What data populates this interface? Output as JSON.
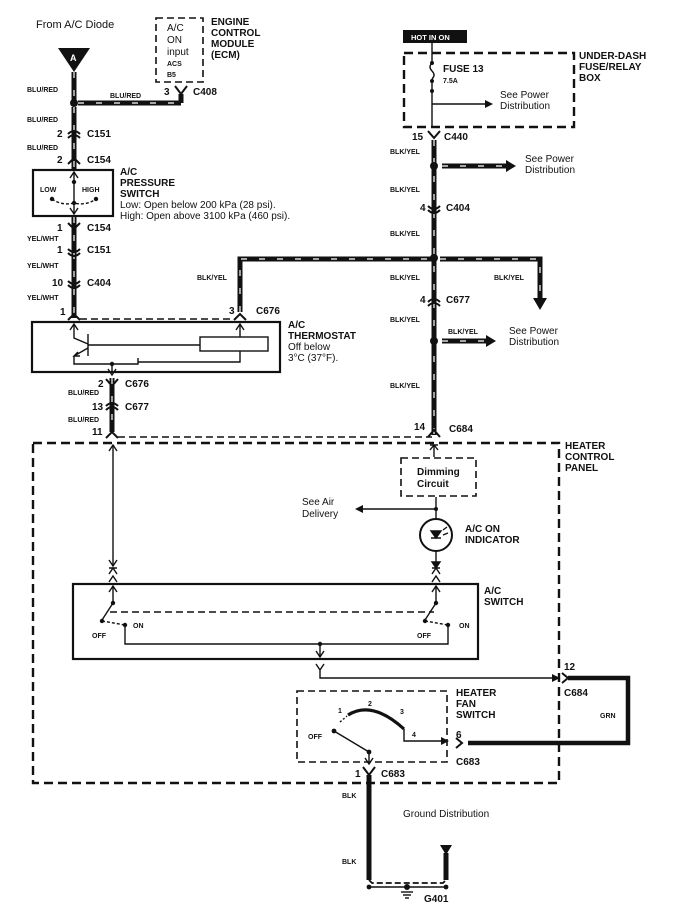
{
  "title": "A/C Control Circuit Wiring Diagram",
  "labels": {
    "from_diode": "From A/C Diode",
    "connector_a": "A",
    "ecm_box": [
      "A/C",
      "ON",
      "input",
      "ACS",
      "B5"
    ],
    "ecm_title": [
      "ENGINE",
      "CONTROL",
      "MODULE",
      "(ECM)"
    ],
    "hot_in_on": "HOT IN ON",
    "fuse_box_title": [
      "UNDER-DASH",
      "FUSE/RELAY",
      "BOX"
    ],
    "fuse_name": "FUSE 13",
    "fuse_rating": "7.5A",
    "see_power_distribution": [
      "See Power",
      "Distribution"
    ],
    "pressure_switch_title": [
      "A/C",
      "PRESSURE",
      "SWITCH"
    ],
    "pressure_low_note": "Low: Open below 200 kPa (28 psi).",
    "pressure_high_note": "High: Open above 3100 kPa (460 psi).",
    "pressure_low": "LOW",
    "pressure_high": "HIGH",
    "thermostat_title": [
      "A/C",
      "THERMOSTAT"
    ],
    "thermostat_note": [
      "Off below",
      "3°C (37°F)."
    ],
    "heater_panel_title": [
      "HEATER",
      "CONTROL",
      "PANEL"
    ],
    "dimming_circuit": [
      "Dimming",
      "Circuit"
    ],
    "see_air_delivery": [
      "See Air",
      "Delivery"
    ],
    "ac_on_indicator": [
      "A/C ON",
      "INDICATOR"
    ],
    "ac_switch_title": [
      "A/C",
      "SWITCH"
    ],
    "off": "OFF",
    "on": "ON",
    "fan_switch_title": [
      "HEATER",
      "FAN",
      "SWITCH"
    ],
    "fan_positions": [
      "1",
      "2",
      "3",
      "4"
    ],
    "ground_distribution": "Ground Distribution",
    "ground_id": "G401"
  },
  "wires": {
    "blu_red": "BLU/RED",
    "yel_wht": "YEL/WHT",
    "blk_yel": "BLK/YEL",
    "grn": "GRN",
    "blk": "BLK"
  },
  "connectors": {
    "c408": {
      "id": "C408",
      "pin": "3"
    },
    "c151_top": {
      "id": "C151",
      "pin": "2"
    },
    "c154_top": {
      "id": "C154",
      "pin": "2"
    },
    "c154_bot": {
      "id": "C154",
      "pin": "1"
    },
    "c151_bot": {
      "id": "C151",
      "pin": "1"
    },
    "c404_left": {
      "id": "C404",
      "pin": "10"
    },
    "thermo_in": {
      "pin": "1"
    },
    "c676_top": {
      "id": "C676",
      "pin": "3"
    },
    "c676_bot": {
      "id": "C676",
      "pin": "2"
    },
    "c677_left": {
      "id": "C677",
      "pin": "13"
    },
    "panel_in_left": {
      "pin": "11"
    },
    "c440": {
      "id": "C440",
      "pin": "15"
    },
    "c404_right": {
      "id": "C404",
      "pin": "4"
    },
    "c677_right": {
      "id": "C677",
      "pin": "4"
    },
    "c684_top": {
      "id": "C684",
      "pin": "14"
    },
    "c684_right": {
      "id": "C684",
      "pin": "12"
    },
    "c683_right": {
      "id": "C683",
      "pin": "6"
    },
    "c683_bot": {
      "id": "C683",
      "pin": "1"
    }
  }
}
